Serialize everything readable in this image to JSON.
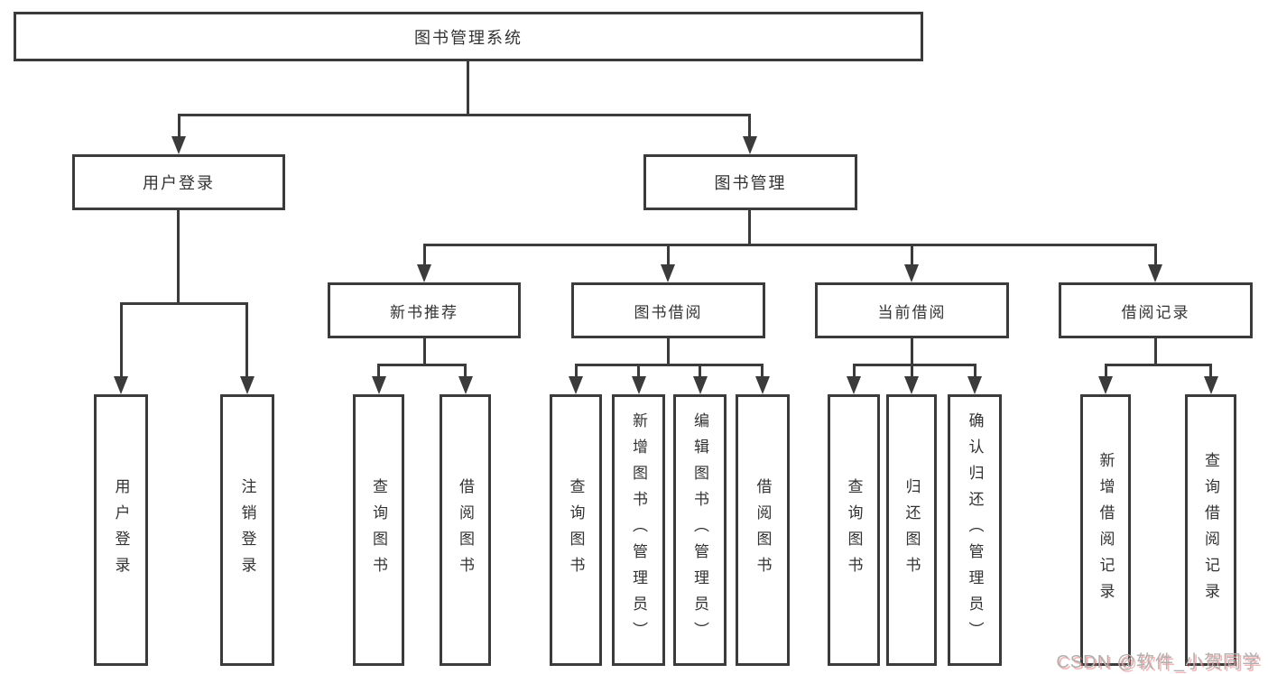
{
  "diagram": {
    "root": {
      "label": "图书管理系统",
      "children": [
        {
          "label": "用户登录",
          "children": [
            {
              "label": "用户登录"
            },
            {
              "label": "注销登录"
            }
          ]
        },
        {
          "label": "图书管理",
          "children": [
            {
              "label": "新书推荐",
              "children": [
                {
                  "label": "查询图书"
                },
                {
                  "label": "借阅图书"
                }
              ]
            },
            {
              "label": "图书借阅",
              "children": [
                {
                  "label": "查询图书"
                },
                {
                  "label": "新增图书（管理员）"
                },
                {
                  "label": "编辑图书（管理员）"
                },
                {
                  "label": "借阅图书"
                }
              ]
            },
            {
              "label": "当前借阅",
              "children": [
                {
                  "label": "查询图书"
                },
                {
                  "label": "归还图书"
                },
                {
                  "label": "确认归还（管理员）"
                }
              ]
            },
            {
              "label": "借阅记录",
              "children": [
                {
                  "label": "新增借阅记录"
                },
                {
                  "label": "查询借阅记录"
                }
              ]
            }
          ]
        }
      ]
    },
    "colors": {
      "line": "#3b3b3b",
      "text": "#333333",
      "background": "#ffffff",
      "watermark_gray": "#b0b0b0",
      "watermark_red": "#eb6a6a"
    }
  },
  "watermark": {
    "text": "CSDN @软件_小贺同学"
  }
}
